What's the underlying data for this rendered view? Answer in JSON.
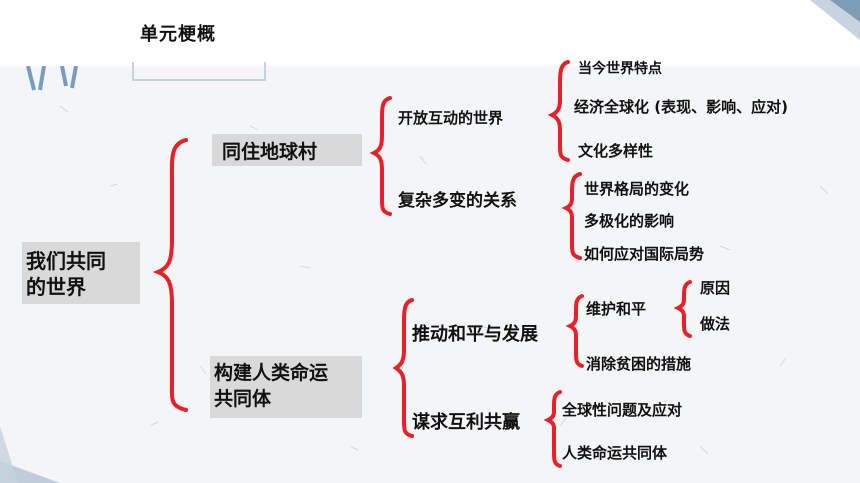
{
  "title": "单元梗概",
  "nodes": {
    "root": "我们共同\n的世界",
    "b1": "同住地球村",
    "b2": "构建人类命运\n共同体",
    "b1_1": "开放互动的世界",
    "b1_2": "复杂多变的关系",
    "b1_1_1": "当今世界特点",
    "b1_1_2": "经济全球化 (表现、影响、应对)",
    "b1_1_3": "文化多样性",
    "b1_2_1": "世界格局的变化",
    "b1_2_2": "多极化的影响",
    "b1_2_3": "如何应对国际局势",
    "b2_1": "推动和平与发展",
    "b2_2": "谋求互利共赢",
    "b2_1_1": "维护和平",
    "b2_1_2": "消除贫困的措施",
    "b2_1_1_1": "原因",
    "b2_1_1_2": "做法",
    "b2_2_1": "全球性问题及应对",
    "b2_2_2": "人类命运共同体"
  },
  "colors": {
    "brace": "#e8202a",
    "box": "#d9d9d9",
    "accent": "#7d9cb5"
  }
}
